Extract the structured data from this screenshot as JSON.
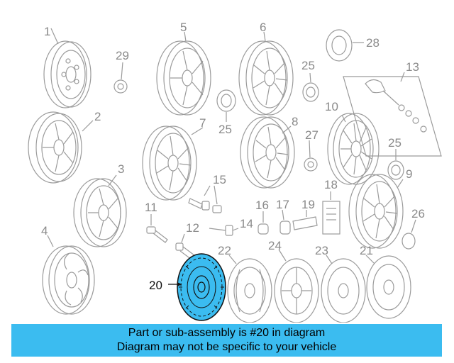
{
  "diagram": {
    "labels": [
      "1",
      "2",
      "3",
      "4",
      "5",
      "6",
      "7",
      "8",
      "9",
      "10",
      "11",
      "12",
      "13",
      "14",
      "15",
      "16",
      "17",
      "18",
      "19",
      "20",
      "21",
      "22",
      "23",
      "24",
      "25",
      "25",
      "25",
      "26",
      "27",
      "28",
      "29"
    ],
    "selected_part": "20",
    "colors": {
      "line": "#9b9b9b",
      "selected_fill": "#3bbcf0",
      "selected_line": "#111111",
      "banner_bg": "#3bbcf0"
    }
  },
  "banner": {
    "line1": "Part or sub-assembly is #20 in diagram",
    "line2": "Diagram may not be specific to your vehicle"
  }
}
